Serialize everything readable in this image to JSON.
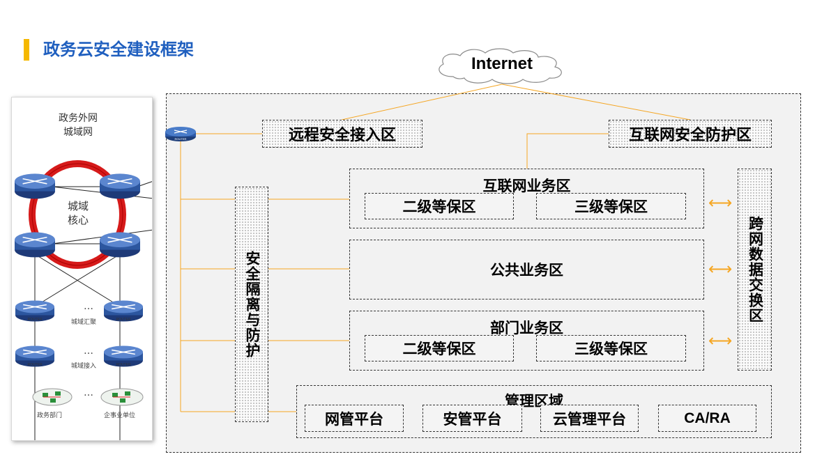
{
  "page": {
    "title": "政务云安全建设框架"
  },
  "colors": {
    "accent_bar": "#f5b800",
    "title": "#1f5fbf",
    "connector": "#f5a623",
    "ring": "#d61a1a"
  },
  "left_image": {
    "caption": "政务外网\n城域网",
    "core_label": "城域\n核心",
    "aggregation_label": "城域汇聚",
    "access_label": "城域接入",
    "dept_label": "政务部门",
    "enterprise_label": "企事业单位",
    "router_tag": "ROUTER",
    "ellipsis": "…"
  },
  "diagram": {
    "internet": "Internet",
    "router_tag": "ROUTER",
    "remote_access": "远程安全接入区",
    "internet_protection": "互联网安全防护区",
    "isolation": "安全隔离与防护",
    "internet_business": {
      "label": "互联网业务区",
      "level2": "二级等保区",
      "level3": "三级等保区"
    },
    "public_business": "公共业务区",
    "dept_business": {
      "label": "部门业务区",
      "level2": "二级等保区",
      "level3": "三级等保区"
    },
    "cross_network": "跨网数据交换区",
    "management": {
      "label": "管理区域",
      "items": [
        "网管平台",
        "安管平台",
        "云管理平台",
        "CA/RA"
      ]
    },
    "arrow_glyph": "⟷"
  }
}
